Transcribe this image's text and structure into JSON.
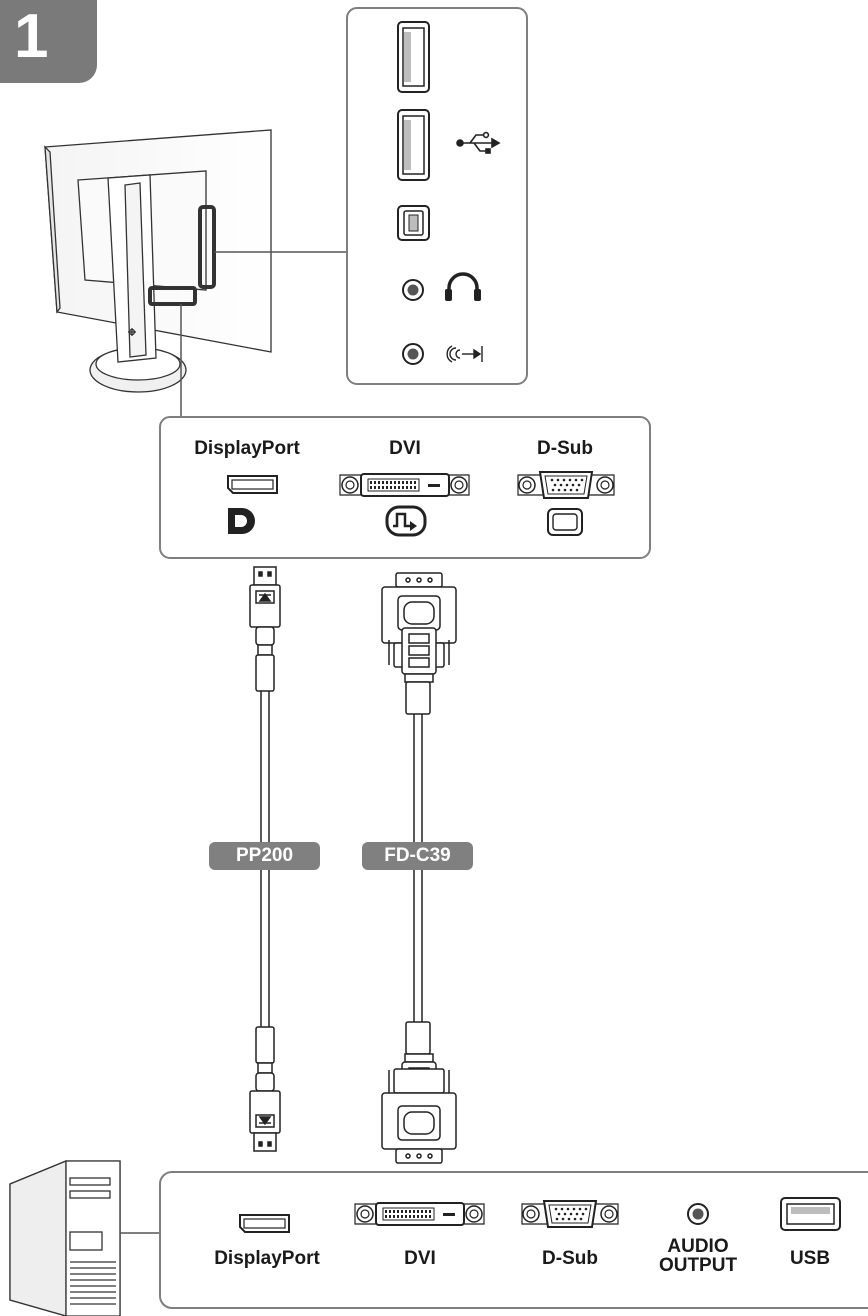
{
  "step": {
    "number": "1"
  },
  "monitor_panel": {
    "ports": [
      "usb-a-downstream-1",
      "usb-a-downstream-2",
      "usb-b-upstream",
      "headphone-jack",
      "audio-line-in"
    ]
  },
  "input_panel": {
    "displayport_label": "DisplayPort",
    "dvi_label": "DVI",
    "dsub_label": "D-Sub"
  },
  "cables": {
    "displayport_cable": "PP200",
    "dvi_cable": "FD-C39"
  },
  "pc_panel": {
    "displayport_label": "DisplayPort",
    "dvi_label": "DVI",
    "dsub_label": "D-Sub",
    "audio_label_line1": "AUDIO",
    "audio_label_line2": "OUTPUT",
    "usb_label": "USB"
  },
  "colors": {
    "badge": "#7a7a7a",
    "panel_border": "#7f7f7f",
    "cable_tag": "#808080",
    "stroke": "#222222"
  }
}
